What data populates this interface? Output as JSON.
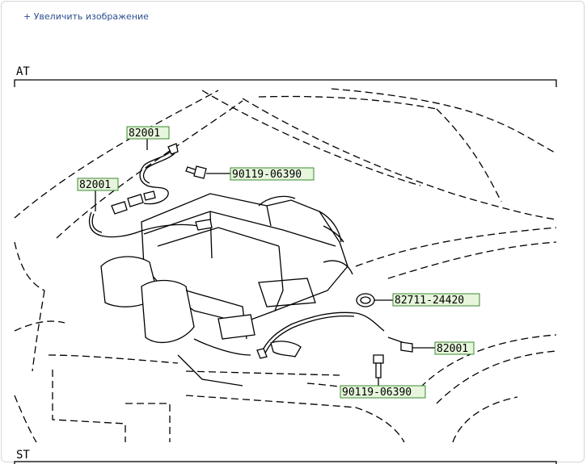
{
  "link": {
    "enlarge": "+ Увеличить изображение"
  },
  "sections": {
    "top": "AT",
    "bottom": "ST"
  },
  "parts": [
    {
      "id": "82001",
      "label": "82001"
    },
    {
      "id": "82001",
      "label": "82001"
    },
    {
      "id": "90119-06390",
      "label": "90119-06390"
    },
    {
      "id": "82711-24420",
      "label": "82711-24420"
    },
    {
      "id": "82001",
      "label": "82001"
    },
    {
      "id": "90119-06390",
      "label": "90119-06390"
    }
  ]
}
